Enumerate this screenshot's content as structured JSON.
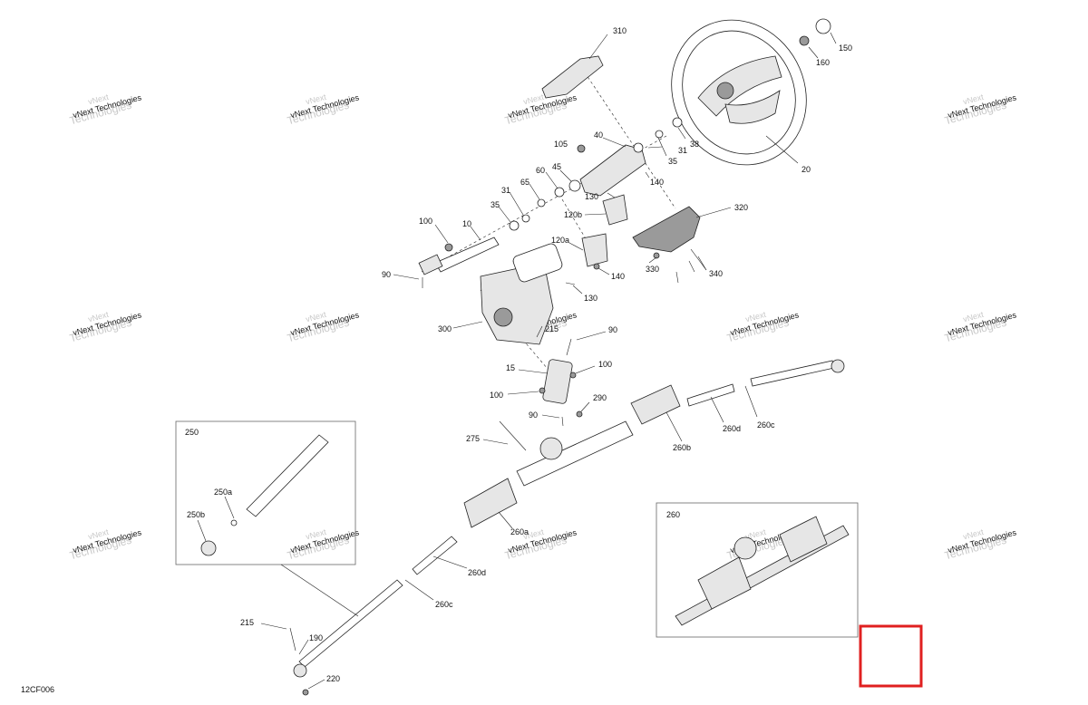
{
  "diagram_code": "12CF006",
  "watermark": {
    "line1": "vNext",
    "line2": "Technologies",
    "single": "vNext Technologies"
  },
  "inset_left": {
    "title": "250"
  },
  "inset_right": {
    "title": "260"
  },
  "callouts": {
    "c310": "310",
    "c150": "150",
    "c160": "160",
    "c20": "20",
    "c40": "40",
    "c105": "105",
    "c31a": "31",
    "c35a": "35",
    "c38": "38",
    "c60": "60",
    "c45": "45",
    "c65": "65",
    "c31b": "31",
    "c35b": "35",
    "c130a": "130",
    "c140a": "140",
    "c120b": "120b",
    "c320": "320",
    "c100a": "100",
    "c10": "10",
    "c120a": "120a",
    "c330": "330",
    "c340": "340",
    "c90a": "90",
    "c140b": "140",
    "c130b": "130",
    "c300": "300",
    "c215a": "215",
    "c90b": "90",
    "c15": "15",
    "c100b": "100",
    "c100c": "100",
    "c290": "290",
    "c90c": "90",
    "c260d_a": "260d",
    "c260c_a": "260c",
    "c260b": "260b",
    "c275": "275",
    "c250a": "250a",
    "c250b": "250b",
    "c260a": "260a",
    "c260d_b": "260d",
    "c260c_b": "260c",
    "c215b": "215",
    "c190": "190",
    "c220": "220"
  }
}
